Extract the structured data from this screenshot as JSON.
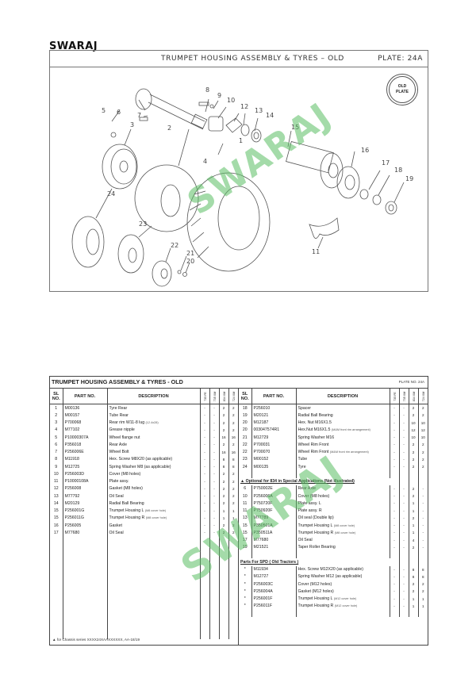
{
  "brand": "SWARAJ",
  "plate": {
    "title": "TRUMPET HOUSING ASSEMBLY & TYRES – OLD",
    "plate_label": "PLATE: 24A",
    "badge_line1": "OLD",
    "badge_line2": "PLATE",
    "watermark": "SWARAJ",
    "callouts": [
      "1",
      "2",
      "3",
      "4",
      "5",
      "6",
      "7",
      "8",
      "9",
      "10",
      "11",
      "12",
      "13",
      "14",
      "15",
      "16",
      "17",
      "18",
      "19",
      "20",
      "21",
      "22",
      "23",
      "24"
    ]
  },
  "table": {
    "title": "TRUMPET HOUSING ASSEMBLY & TYRES - OLD",
    "plate_no": "PLATE NO. 24A",
    "headers": {
      "sl": "SL NO.",
      "part": "PART NO.",
      "desc": "DESCRIPTION",
      "models": [
        "735 FE",
        "735 XM",
        "834 XM",
        "724 XM"
      ]
    },
    "left_rows": [
      {
        "sl": "1",
        "part": "M00136",
        "desc": "Tyre Rear",
        "note": "",
        "q": [
          "-",
          "-",
          "2",
          "2"
        ]
      },
      {
        "sl": "2",
        "part": "M00157",
        "desc": "Tube Rear",
        "note": "",
        "q": [
          "-",
          "-",
          "2",
          "2"
        ]
      },
      {
        "sl": "3",
        "part": "P700068",
        "desc": "Rear rim W11-8 lug",
        "note": "(12.4x28)",
        "q": [
          "-",
          "-",
          "2",
          "2"
        ]
      },
      {
        "sl": "4",
        "part": "M77102",
        "desc": "Grease nipple",
        "note": "",
        "q": [
          "-",
          "-",
          "2",
          "2"
        ]
      },
      {
        "sl": "5",
        "part": "P10000307A",
        "desc": "Wheel flange nut",
        "note": "",
        "q": [
          "-",
          "-",
          "16",
          "16"
        ]
      },
      {
        "sl": "6",
        "part": "P356018",
        "desc": "Rear Axle",
        "note": "",
        "q": [
          "-",
          "-",
          "2",
          "2"
        ]
      },
      {
        "sl": "7",
        "part": "P256006E",
        "desc": "Wheel Bolt",
        "note": "",
        "q": [
          "-",
          "-",
          "16",
          "16"
        ]
      },
      {
        "sl": "8",
        "part": "M11918",
        "desc": "Hex. Screw M8X20 (as applicable)",
        "note": "",
        "q": [
          "-",
          "-",
          "8",
          "8"
        ]
      },
      {
        "sl": "9",
        "part": "M12725",
        "desc": "Spring Washer M8 (as applicable)",
        "note": "",
        "q": [
          "-",
          "-",
          "8",
          "8"
        ]
      },
      {
        "sl": "10",
        "part": "P256003D",
        "desc": "Cover (M8 holes)",
        "note": "",
        "q": [
          "-",
          "-",
          "2",
          "2"
        ]
      },
      {
        "sl": "11",
        "part": "P10000108A",
        "desc": "Plate assy.",
        "note": "",
        "q": [
          "-",
          "-",
          "2",
          "2"
        ]
      },
      {
        "sl": "12",
        "part": "P256008",
        "desc": "Gasket (M8 holes)",
        "note": "",
        "q": [
          "-",
          "-",
          "2",
          "2"
        ]
      },
      {
        "sl": "13",
        "part": "M77792",
        "desc": "Oil Seal",
        "note": "",
        "q": [
          "-",
          "-",
          "2",
          "2"
        ]
      },
      {
        "sl": "14",
        "part": "M20129",
        "desc": "Radial Ball Bearing",
        "note": "",
        "q": [
          "-",
          "-",
          "2",
          "2"
        ]
      },
      {
        "sl": "15",
        "part": "P256001G",
        "desc": "Trumpet Housing L",
        "note": "(M8 cover hole)",
        "q": [
          "-",
          "-",
          "1",
          "1"
        ]
      },
      {
        "sl": "15",
        "part": "P256011G",
        "desc": "Trumpet Housing R",
        "note": "(M8 cover hole)",
        "q": [
          "-",
          "-",
          "1",
          "1"
        ]
      },
      {
        "sl": "16",
        "part": "P256005",
        "desc": "Gasket",
        "note": "",
        "q": [
          "-",
          "-",
          "2",
          "2"
        ]
      },
      {
        "sl": "17",
        "part": "M77680",
        "desc": "Oil Seal",
        "note": "",
        "q": [
          "-",
          "-",
          "2",
          "2"
        ]
      }
    ],
    "right_rows": [
      {
        "sl": "18",
        "part": "P256010",
        "desc": "Spacer",
        "note": "",
        "q": [
          "-",
          "-",
          "2",
          "2"
        ]
      },
      {
        "sl": "19",
        "part": "M20121",
        "desc": "Radial Ball Bearing",
        "note": "",
        "q": [
          "-",
          "-",
          "2",
          "2"
        ]
      },
      {
        "sl": "20",
        "part": "M12187",
        "desc": "Hex. Nut M16X1.5",
        "note": "",
        "q": [
          "-",
          "-",
          "10",
          "10"
        ]
      },
      {
        "sl": "20",
        "part": "003047574R1",
        "desc": "Hex.Nut M16X1.5",
        "note": "(M&M front rim arrangement)",
        "q": [
          "-",
          "-",
          "12",
          "12"
        ]
      },
      {
        "sl": "21",
        "part": "M12729",
        "desc": "Spring Washer M16",
        "note": "",
        "q": [
          "-",
          "-",
          "10",
          "10"
        ]
      },
      {
        "sl": "22",
        "part": "P700031",
        "desc": "Wheel Rim Front",
        "note": "",
        "q": [
          "-",
          "-",
          "2",
          "2"
        ]
      },
      {
        "sl": "22",
        "part": "P700070",
        "desc": "Wheel Rim Front",
        "note": "(M&M front rim arrangement)",
        "q": [
          "-",
          "-",
          "2",
          "2"
        ]
      },
      {
        "sl": "23",
        "part": "M00152",
        "desc": "Tube",
        "note": "",
        "q": [
          "-",
          "-",
          "2",
          "2"
        ]
      },
      {
        "sl": "24",
        "part": "M00135",
        "desc": "Tyre",
        "note": "",
        "q": [
          "-",
          "-",
          "2",
          "2"
        ]
      }
    ],
    "optional_heading": "▲ Optional for 834 in Special Applications (Not illustrated)",
    "optional_rows": [
      {
        "sl": "6",
        "part": "P750002E",
        "desc": "Rear Axle",
        "note": "",
        "q": [
          "-",
          "-",
          "2",
          "-"
        ]
      },
      {
        "sl": "10",
        "part": "P256006A",
        "desc": "Cover (M8 holes)",
        "note": "",
        "q": [
          "-",
          "-",
          "2",
          "-"
        ]
      },
      {
        "sl": "11",
        "part": "P750720F",
        "desc": "Plate assy. L",
        "note": "",
        "q": [
          "-",
          "-",
          "1",
          "-"
        ]
      },
      {
        "sl": "11",
        "part": "P750920F",
        "desc": "Plate assy. R",
        "note": "",
        "q": [
          "-",
          "-",
          "1",
          "-"
        ]
      },
      {
        "sl": "13",
        "part": "M77789",
        "desc": "Oil seal (Double lip)",
        "note": "",
        "q": [
          "-",
          "-",
          "2",
          "-"
        ]
      },
      {
        "sl": "15",
        "part": "P350501A",
        "desc": "Trumpet Housing L",
        "note": "(M8 cover hole)",
        "q": [
          "-",
          "-",
          "1",
          "-"
        ]
      },
      {
        "sl": "15",
        "part": "P350511A",
        "desc": "Trumpet Housing R",
        "note": "(M8 cover hole)",
        "q": [
          "-",
          "-",
          "1",
          "-"
        ]
      },
      {
        "sl": "17",
        "part": "M77680",
        "desc": "Oil Seal",
        "note": "",
        "q": [
          "-",
          "-",
          "4",
          "-"
        ]
      },
      {
        "sl": "19",
        "part": "M21521",
        "desc": "Taper Roller Bearing",
        "note": "",
        "q": [
          "-",
          "-",
          "2",
          "-"
        ]
      }
    ],
    "spd_heading": "Parts For SPD ( Old Tractors )",
    "spd_rows": [
      {
        "sl": "*",
        "part": "M11934",
        "desc": "Hex. Screw M12X20 (as applicable)",
        "note": "",
        "q": [
          "-",
          "-",
          "8",
          "8"
        ]
      },
      {
        "sl": "*",
        "part": "M12727",
        "desc": "Spring Washer M12 (as applicable)",
        "note": "",
        "q": [
          "-",
          "-",
          "8",
          "8"
        ]
      },
      {
        "sl": "*",
        "part": "P256003C",
        "desc": "Cover (M12 holes)",
        "note": "",
        "q": [
          "-",
          "-",
          "2",
          "2"
        ]
      },
      {
        "sl": "*",
        "part": "P256004A",
        "desc": "Gasket (M12 holes)",
        "note": "",
        "q": [
          "-",
          "-",
          "2",
          "2"
        ]
      },
      {
        "sl": "*",
        "part": "P256001F",
        "desc": "Trumpet Housing L",
        "note": "(M12 cover hole)",
        "q": [
          "-",
          "-",
          "1",
          "1"
        ]
      },
      {
        "sl": "*",
        "part": "P256011F",
        "desc": "Trumpet Housing R",
        "note": "(M12 cover hole)",
        "q": [
          "-",
          "-",
          "1",
          "1"
        ]
      }
    ],
    "footnote": "▲ for Chassis series XXXX24XAAXXXXXX, AA-18/19"
  }
}
